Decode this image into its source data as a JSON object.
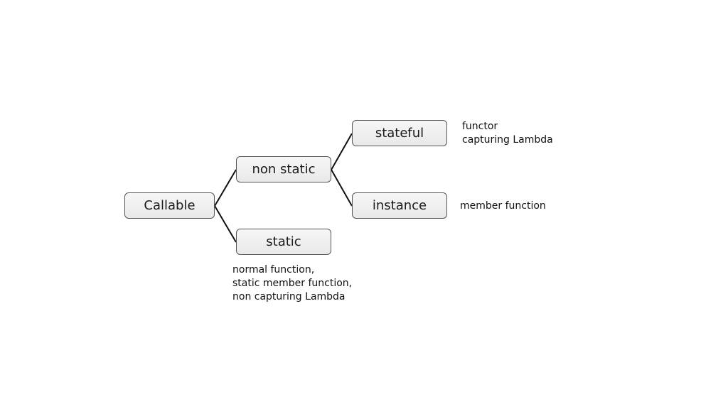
{
  "diagram": {
    "nodes": {
      "callable": "Callable",
      "non_static": "non static",
      "static": "static",
      "stateful": "stateful",
      "instance": "instance"
    },
    "notes": {
      "stateful": [
        "functor",
        "capturing Lambda"
      ],
      "instance": [
        "member function"
      ],
      "static": [
        "normal function,",
        "static member function,",
        "non capturing Lambda"
      ]
    },
    "edges": [
      [
        "callable",
        "non_static"
      ],
      [
        "callable",
        "static"
      ],
      [
        "non_static",
        "stateful"
      ],
      [
        "non_static",
        "instance"
      ]
    ],
    "colors": {
      "node_fill": "#eeeeee",
      "node_border": "#555555",
      "connector": "#111111"
    }
  }
}
